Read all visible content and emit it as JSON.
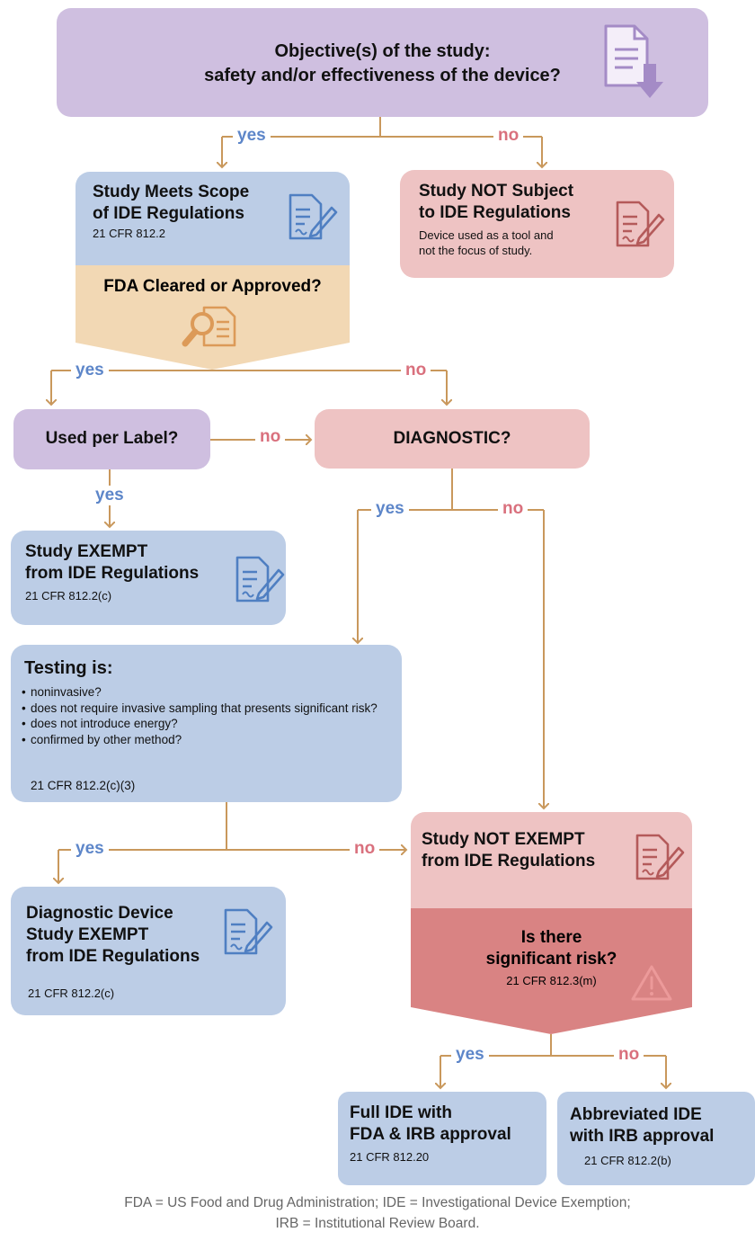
{
  "objective": {
    "line1": "Objective(s) of the study:",
    "line2": "safety and/or effectiveness of the device?"
  },
  "labels": {
    "yes": "yes",
    "no": "no"
  },
  "meets_scope": {
    "title1": "Study Meets Scope",
    "title2": "of IDE Regulations",
    "ref": "21 CFR 812.2"
  },
  "not_subject": {
    "title1": "Study NOT Subject",
    "title2": "to IDE Regulations",
    "note1": "Device used as a tool and",
    "note2": "not the focus of study."
  },
  "fda_cleared": {
    "question": "FDA Cleared or Approved?"
  },
  "used_per_label": {
    "question": "Used per Label?"
  },
  "diagnostic": {
    "question": "DIAGNOSTIC?"
  },
  "exempt": {
    "title1": "Study EXEMPT",
    "title2": "from IDE Regulations",
    "ref": "21 CFR 812.2(c)"
  },
  "testing": {
    "title": "Testing is:",
    "bullets": [
      "noninvasive?",
      "does not require invasive sampling that presents significant risk?",
      "does not introduce energy?",
      "confirmed by other method?"
    ],
    "ref": "21 CFR 812.2(c)(3)"
  },
  "not_exempt": {
    "title1": "Study NOT EXEMPT",
    "title2": "from IDE Regulations"
  },
  "significant_risk": {
    "line1": "Is there",
    "line2": "significant risk?",
    "ref": "21 CFR 812.3(m)"
  },
  "diag_exempt": {
    "title1": "Diagnostic Device",
    "title2": "Study EXEMPT",
    "title3": "from IDE Regulations",
    "ref": "21 CFR 812.2(c)"
  },
  "full_ide": {
    "title1": "Full IDE with",
    "title2": "FDA & IRB approval",
    "ref": "21 CFR 812.20"
  },
  "abbrev_ide": {
    "title1": "Abbreviated IDE",
    "title2": "with IRB approval",
    "ref": "21 CFR 812.2(b)"
  },
  "footer": {
    "line1": "FDA = US Food and Drug Administration; IDE = Investigational Device Exemption;",
    "line2": "IRB = Institutional Review Board."
  },
  "colors": {
    "connector": "#c9985c",
    "yes": "#5d86c9",
    "no": "#d9707d",
    "purple": "#cfbfe0",
    "blue": "#bccde6",
    "pink": "#eec3c3",
    "peach": "#f2d8b4",
    "red": "#d98383"
  },
  "icons": [
    "document-download-icon",
    "signed-document-icon",
    "magnifier-document-icon",
    "warning-triangle-icon"
  ]
}
